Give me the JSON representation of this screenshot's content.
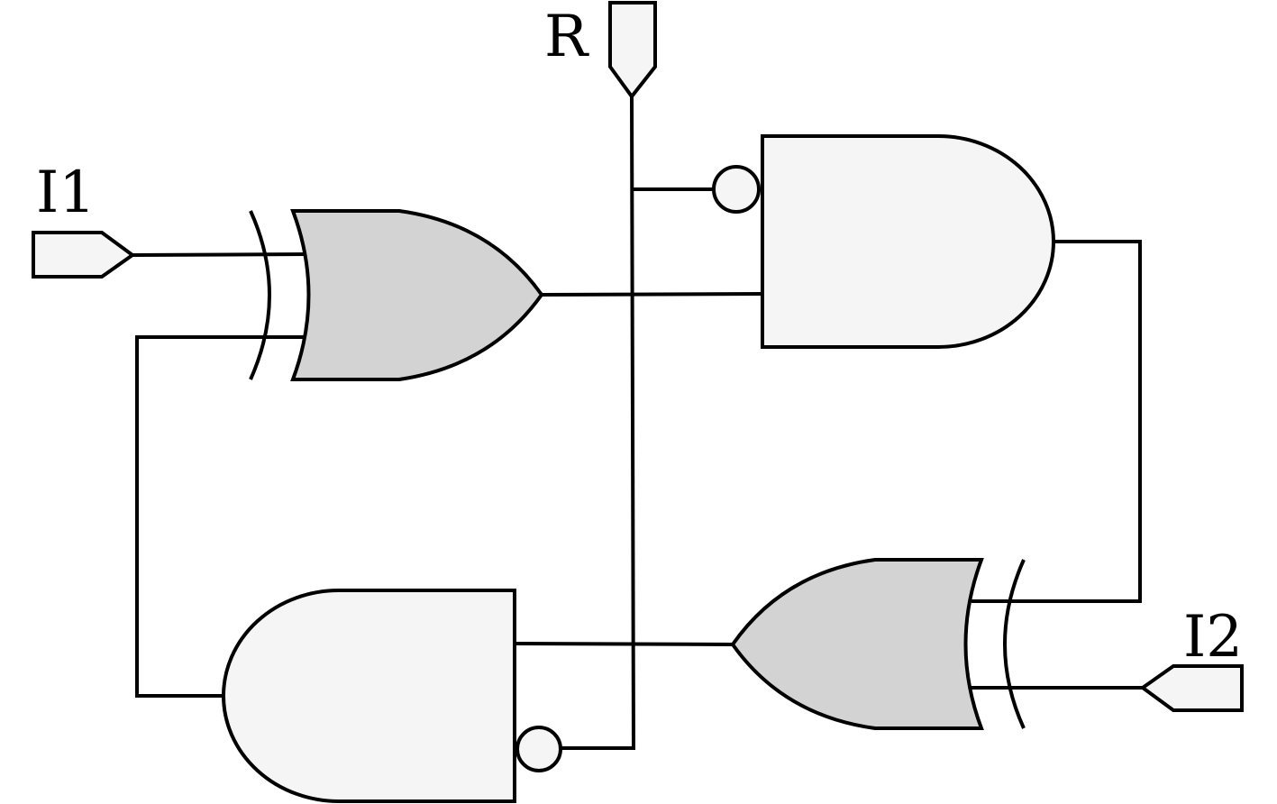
{
  "inputs": {
    "i1": "I1",
    "i2": "I2",
    "r": "R"
  },
  "colors": {
    "xor_fill": "#d3d3d3",
    "and_fill": "#f5f5f5",
    "stroke": "#000000"
  },
  "components": {
    "top_xor": "xor-gate",
    "top_and": "and-gate",
    "bottom_and": "and-gate",
    "bottom_xor": "xor-gate"
  }
}
